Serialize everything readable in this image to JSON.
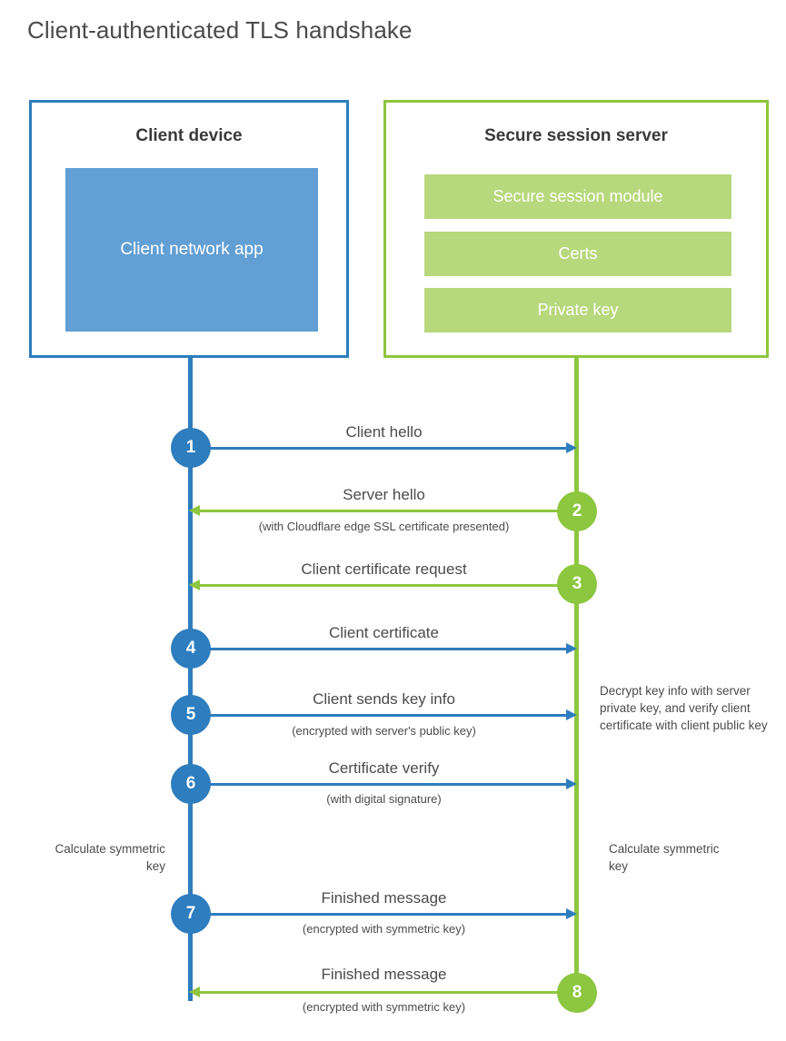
{
  "diagram": {
    "title": "Client-authenticated TLS handshake",
    "colors": {
      "blue": "#2E7DBE",
      "blue_fill": "#629FD4",
      "green": "#8DC63F",
      "green_fill": "#B7D87C",
      "text": "#4b4b4b",
      "title_text": "#4b4b4b",
      "background": "#ffffff"
    }
  },
  "actors": {
    "client": {
      "title": "Client device",
      "app_label": "Client network app"
    },
    "server": {
      "title": "Secure session server",
      "components": [
        {
          "label": "Secure session module"
        },
        {
          "label": "Certs"
        },
        {
          "label": "Private key"
        }
      ]
    }
  },
  "steps": [
    {
      "number": "1",
      "label": "Client hello",
      "sub": "",
      "direction": "client-to-server",
      "color": "blue"
    },
    {
      "number": "2",
      "label": "Server hello",
      "sub": "(with Cloudflare edge SSL certificate presented)",
      "direction": "server-to-client",
      "color": "green"
    },
    {
      "number": "3",
      "label": "Client certificate request",
      "sub": "",
      "direction": "server-to-client",
      "color": "green"
    },
    {
      "number": "4",
      "label": "Client certificate",
      "sub": "",
      "direction": "client-to-server",
      "color": "blue"
    },
    {
      "number": "5",
      "label": "Client sends key info",
      "sub": "(encrypted with server's public key)",
      "direction": "client-to-server",
      "color": "blue"
    },
    {
      "number": "6",
      "label": "Certificate verify",
      "sub": "(with digital signature)",
      "direction": "client-to-server",
      "color": "blue"
    },
    {
      "number": "7",
      "label": "Finished message",
      "sub": "(encrypted with symmetric key)",
      "direction": "client-to-server",
      "color": "blue"
    },
    {
      "number": "8",
      "label": "Finished message",
      "sub": "(encrypted with symmetric key)",
      "direction": "server-to-client",
      "color": "green"
    }
  ],
  "notes": {
    "server_decrypt": "Decrypt key info with server private key, and verify client certificate with client public key",
    "client_calculate": "Calculate symmetric key",
    "server_calculate": "Calculate symmetric key"
  }
}
